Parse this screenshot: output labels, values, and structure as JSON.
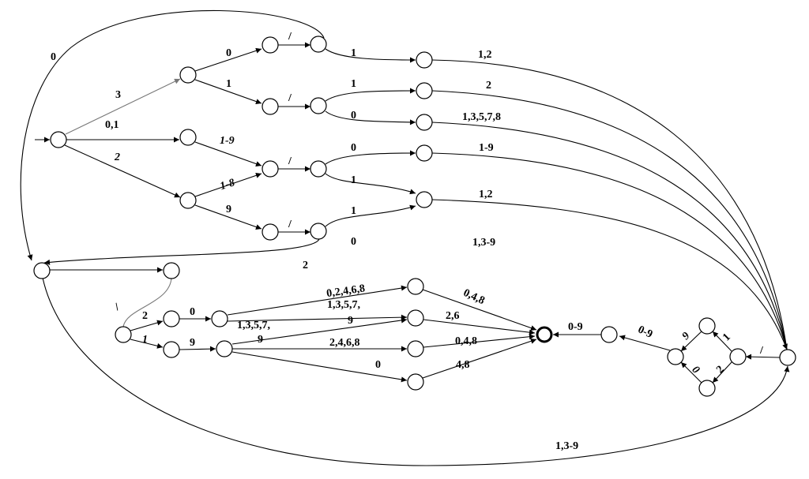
{
  "diagram": {
    "type": "finite-state-automaton",
    "labels": {
      "l0": "0",
      "l3": "3",
      "l01": "0,1",
      "l2": "2",
      "a0": "0",
      "a1": "1",
      "s1": "/",
      "s2": "/",
      "s3": "/",
      "s4": "/",
      "b1": "1",
      "c1": "1",
      "c0": "0",
      "r12a": "1,2",
      "r2": "2",
      "r13578": "1,3,5,7,8",
      "i19": "1-9",
      "n18": "1-8",
      "n9": "9",
      "k0": "0",
      "k1": "1",
      "r19": "1-9",
      "r12b": "1,2",
      "p1": "1",
      "p0": "0",
      "r139a": "1,3-9",
      "q2": "2",
      "tslash": "/",
      "t2": "2",
      "t1": "1",
      "u0": "0",
      "w9": "9",
      "v02468": "0,2,4,6,8",
      "v13579a": "1,3,5,7,",
      "v9a": "9",
      "x13579": "1,3,5,7,",
      "x9": "9",
      "x2468": "2,4,6,8",
      "x0": "0",
      "f048a": "0,4,8",
      "f26": "2,6",
      "f048b": "0,4,8",
      "f48": "4,8",
      "z09": "0-9",
      "d09": "0-9",
      "d9": "9",
      "d1": "1",
      "d2": "2",
      "d0": "0",
      "rslash": "/",
      "bottom139": "1,3-9"
    }
  }
}
